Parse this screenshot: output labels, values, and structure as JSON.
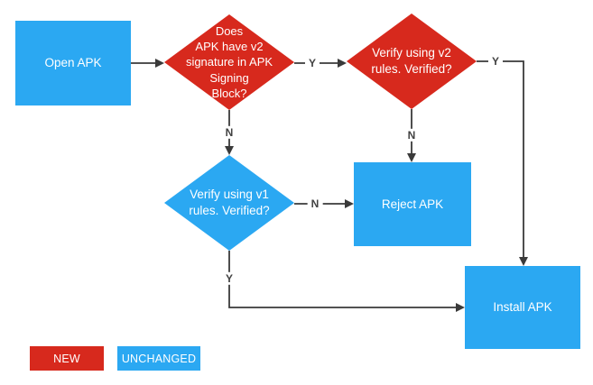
{
  "nodes": {
    "open_apk": {
      "label": "Open APK"
    },
    "has_v2_signature": {
      "label": "Does\nAPK have v2\nsignature in APK\nSigning\nBlock?"
    },
    "verify_v2": {
      "label": "Verify using v2\nrules. Verified?"
    },
    "verify_v1": {
      "label": "Verify using v1\nrules. Verified?"
    },
    "reject_apk": {
      "label": "Reject APK"
    },
    "install_apk": {
      "label": "Install APK"
    }
  },
  "edge_labels": {
    "has_v2_yes": "Y",
    "has_v2_no": "N",
    "verify_v2_yes": "Y",
    "verify_v2_no": "N",
    "verify_v1_yes": "Y",
    "verify_v1_no": "N"
  },
  "legend": {
    "new_label": "NEW",
    "unchanged_label": "UNCHANGED"
  },
  "colors": {
    "new_red": "#D7291D",
    "unchanged_blue": "#2BA8F2",
    "connector": "#3A3A3A",
    "node_text": "#FFFFFF",
    "edge_label_text": "#424242"
  }
}
